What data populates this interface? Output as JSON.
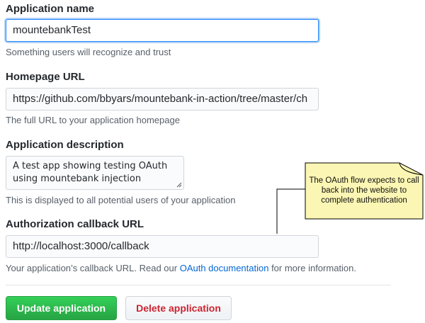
{
  "form": {
    "app_name": {
      "label": "Application name",
      "value": "mountebankTest",
      "hint": "Something users will recognize and trust"
    },
    "homepage": {
      "label": "Homepage URL",
      "value": "https://github.com/bbyars/mountebank-in-action/tree/master/ch",
      "hint": "The full URL to your application homepage"
    },
    "description": {
      "label": "Application description",
      "value": "A test app showing testing OAuth using mountebank injection",
      "hint": "This is displayed to all potential users of your application"
    },
    "callback": {
      "label": "Authorization callback URL",
      "value": "http://localhost:3000/callback",
      "hint_prefix": "Your application’s callback URL. Read our ",
      "hint_link": "OAuth documentation",
      "hint_suffix": " for more information."
    }
  },
  "buttons": {
    "update": "Update application",
    "delete": "Delete application"
  },
  "annotation": {
    "text": "The OAuth flow expects to call back into the website to complete authentication",
    "fill_color": "#fbf6b3"
  },
  "colors": {
    "primary": "#28a745",
    "danger": "#cb2431",
    "link": "#0366d6",
    "focus_border": "#2188ff"
  }
}
